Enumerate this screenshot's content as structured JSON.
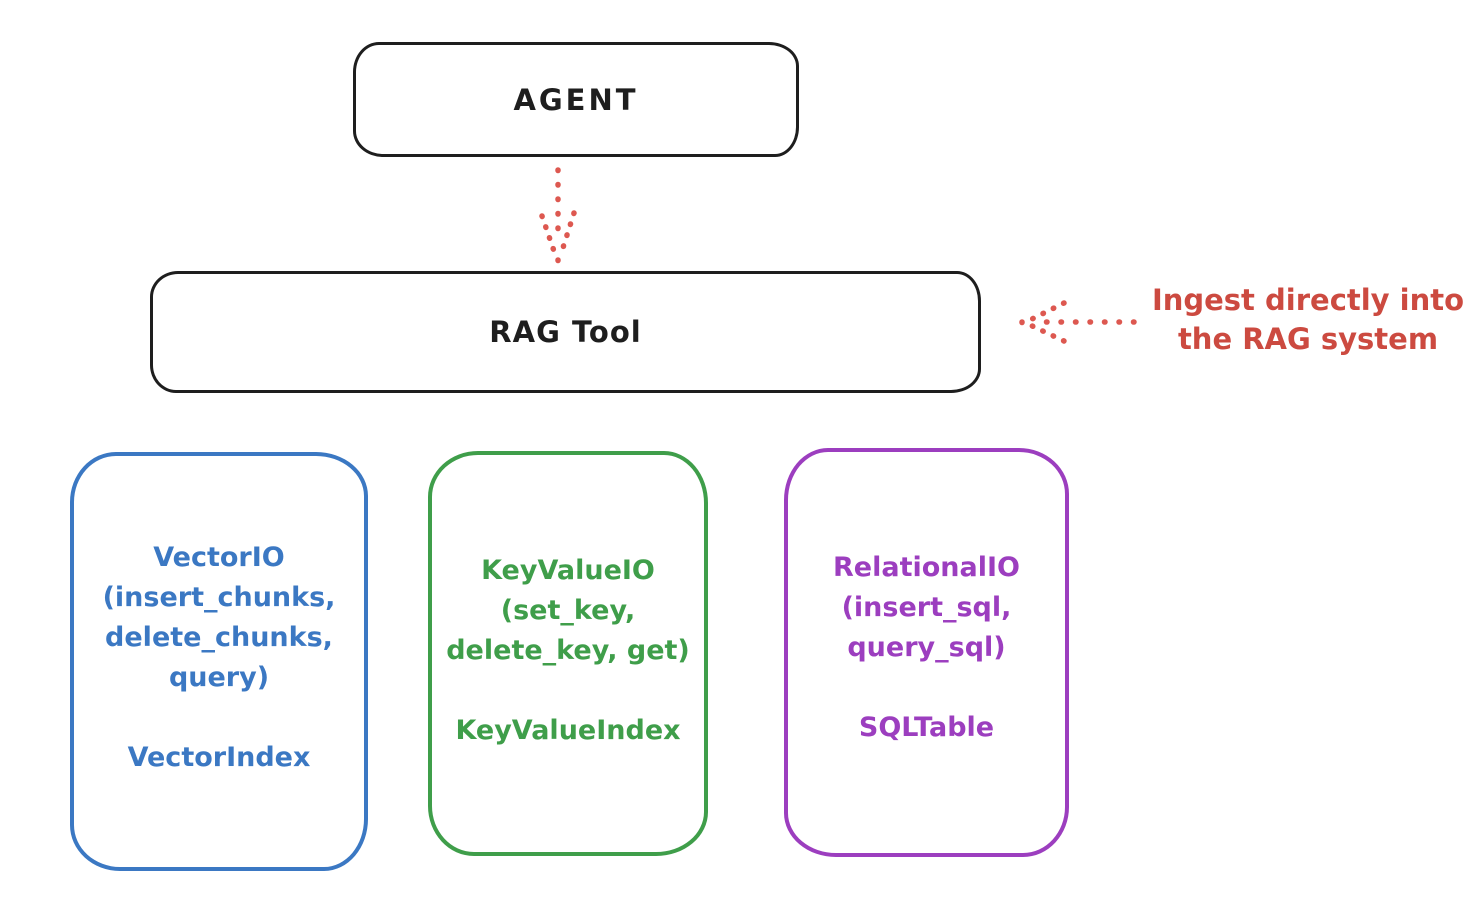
{
  "agent_box": {
    "label": "AGENT",
    "stroke": "#1e1e1e"
  },
  "rag_tool_box": {
    "label": "RAG Tool",
    "stroke": "#1e1e1e"
  },
  "flow_arrow": {
    "color": "#dd5850"
  },
  "annotation": {
    "text_line1": "Ingest directly into",
    "text_line2": "the RAG system",
    "color": "#cc4a40",
    "arrow_color": "#dd5850"
  },
  "io_boxes": [
    {
      "name": "vector-io",
      "color": "#3b78c3",
      "lines": [
        "VectorIO",
        "(insert_chunks,",
        "delete_chunks,",
        "query)"
      ],
      "index_label": "VectorIndex"
    },
    {
      "name": "keyvalue-io",
      "color": "#3f9e4a",
      "lines": [
        "KeyValueIO",
        "(set_key,",
        "delete_key, get)"
      ],
      "index_label": "KeyValueIndex"
    },
    {
      "name": "relational-io",
      "color": "#9c3ebf",
      "lines": [
        "RelationalIO",
        "(insert_sql,",
        "query_sql)"
      ],
      "index_label": "SQLTable"
    }
  ]
}
